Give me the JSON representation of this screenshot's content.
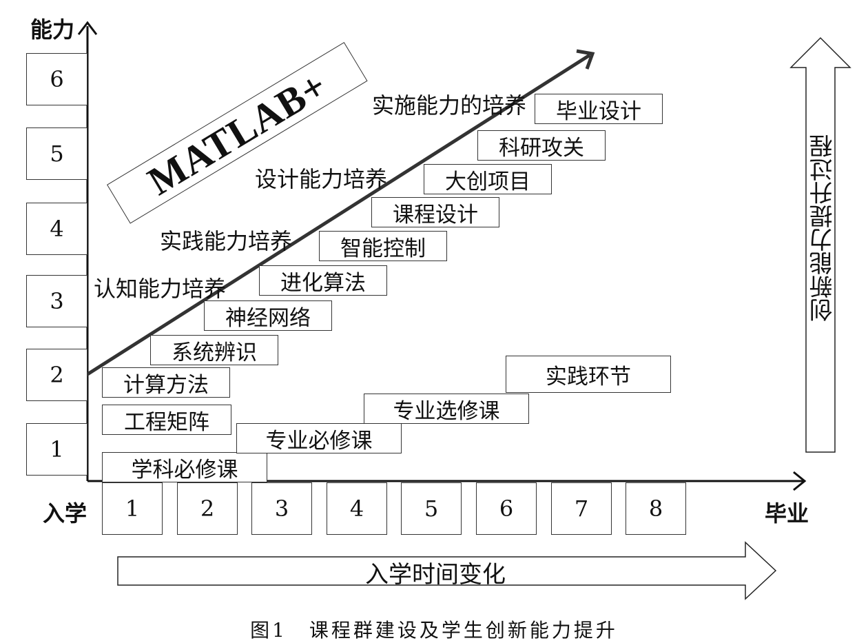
{
  "axes": {
    "y_label": "能力",
    "x_start_label": "入学",
    "x_end_label": "毕业"
  },
  "levels": [
    "1",
    "2",
    "3",
    "4",
    "5",
    "6"
  ],
  "semesters": [
    "1",
    "2",
    "3",
    "4",
    "5",
    "6",
    "7",
    "8"
  ],
  "matlab_label": "MATLAB+",
  "stages": {
    "cognitive": "认知能力培养",
    "practice": "实践能力培养",
    "design": "设计能力培养",
    "implementation": "实施能力的培养"
  },
  "courses": {
    "calc_methods": "计算方法",
    "sys_ident": "系统辨识",
    "neural_net": "神经网络",
    "evolution_alg": "进化算法",
    "intelligent_ctrl": "智能控制",
    "course_design": "课程设计",
    "innovation_project": "大创项目",
    "research": "科研攻关",
    "graduation_design": "毕业设计",
    "eng_matrix": "工程矩阵"
  },
  "curriculum": {
    "subject_required": "学科必修课",
    "major_required": "专业必修课",
    "major_elective": "专业选修课",
    "practice": "实践环节"
  },
  "time_arrow_label": "入学时间变化",
  "vertical_arrow_label": "创新能力提升过程",
  "caption": "图1　课程群建设及学生创新能力提升"
}
